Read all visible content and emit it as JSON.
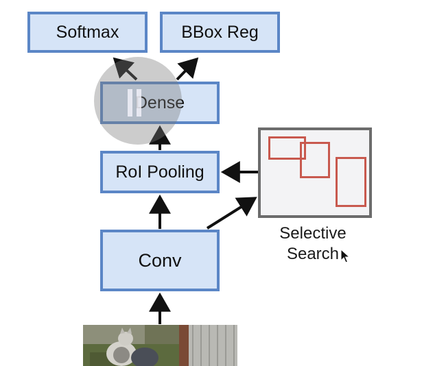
{
  "diagram": {
    "nodes": {
      "softmax": "Softmax",
      "bbox_reg": "BBox Reg",
      "dense": "Dense",
      "roi_pooling": "RoI Pooling",
      "conv": "Conv"
    },
    "region_proposals": {
      "caption_line1": "Selective",
      "caption_line2": "Search",
      "box_count": 3
    },
    "edges": [
      [
        "input",
        "conv"
      ],
      [
        "conv",
        "roi_pooling"
      ],
      [
        "conv",
        "selective_search"
      ],
      [
        "selective_search",
        "roi_pooling"
      ],
      [
        "roi_pooling",
        "dense"
      ],
      [
        "dense",
        "softmax"
      ],
      [
        "dense",
        "bbox_reg"
      ]
    ]
  },
  "colors": {
    "node_fill": "#d6e4f7",
    "node_border": "#5b86c6",
    "panel_border": "#6c6c6c",
    "proposal_stroke": "#c8594e",
    "arrow": "#111111"
  },
  "icons": {
    "cursor": "mouse-pointer-icon",
    "text_cursor": "text-caret-icon",
    "input": "cat-photo"
  }
}
